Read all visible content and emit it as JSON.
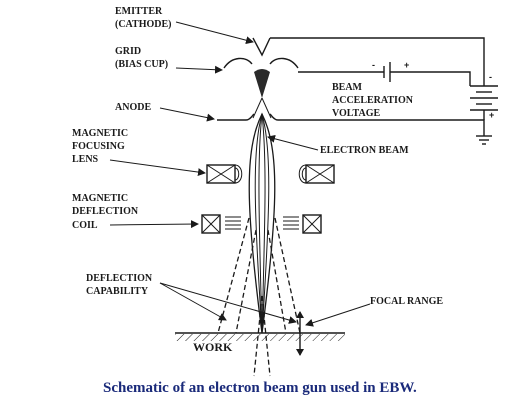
{
  "labels": {
    "emitter": "EMITTER",
    "cathode": "(CATHODE)",
    "grid": "GRID",
    "bias_cup": "(BIAS CUP)",
    "anode": "ANODE",
    "mag_focus_1": "MAGNETIC",
    "mag_focus_2": "FOCUSING",
    "mag_focus_3": "LENS",
    "mag_defl_1": "MAGNETIC",
    "mag_defl_2": "DEFLECTION",
    "mag_defl_3": "COIL",
    "beam_accel_1": "BEAM",
    "beam_accel_2": "ACCELERATION",
    "beam_accel_3": "VOLTAGE",
    "electron_beam": "ELECTRON BEAM",
    "defl_cap_1": "DEFLECTION",
    "defl_cap_2": "CAPABILITY",
    "focal_range": "FOCAL RANGE",
    "work": "WORK",
    "minus_sign": "-",
    "plus_sign": "+",
    "battery_minus": "-",
    "battery_plus": "+"
  },
  "caption": "Schematic of an electron beam gun used in EBW.",
  "colors": {
    "ink": "#1a1a1a",
    "caption": "#1a2a7a",
    "background": "#ffffff"
  }
}
